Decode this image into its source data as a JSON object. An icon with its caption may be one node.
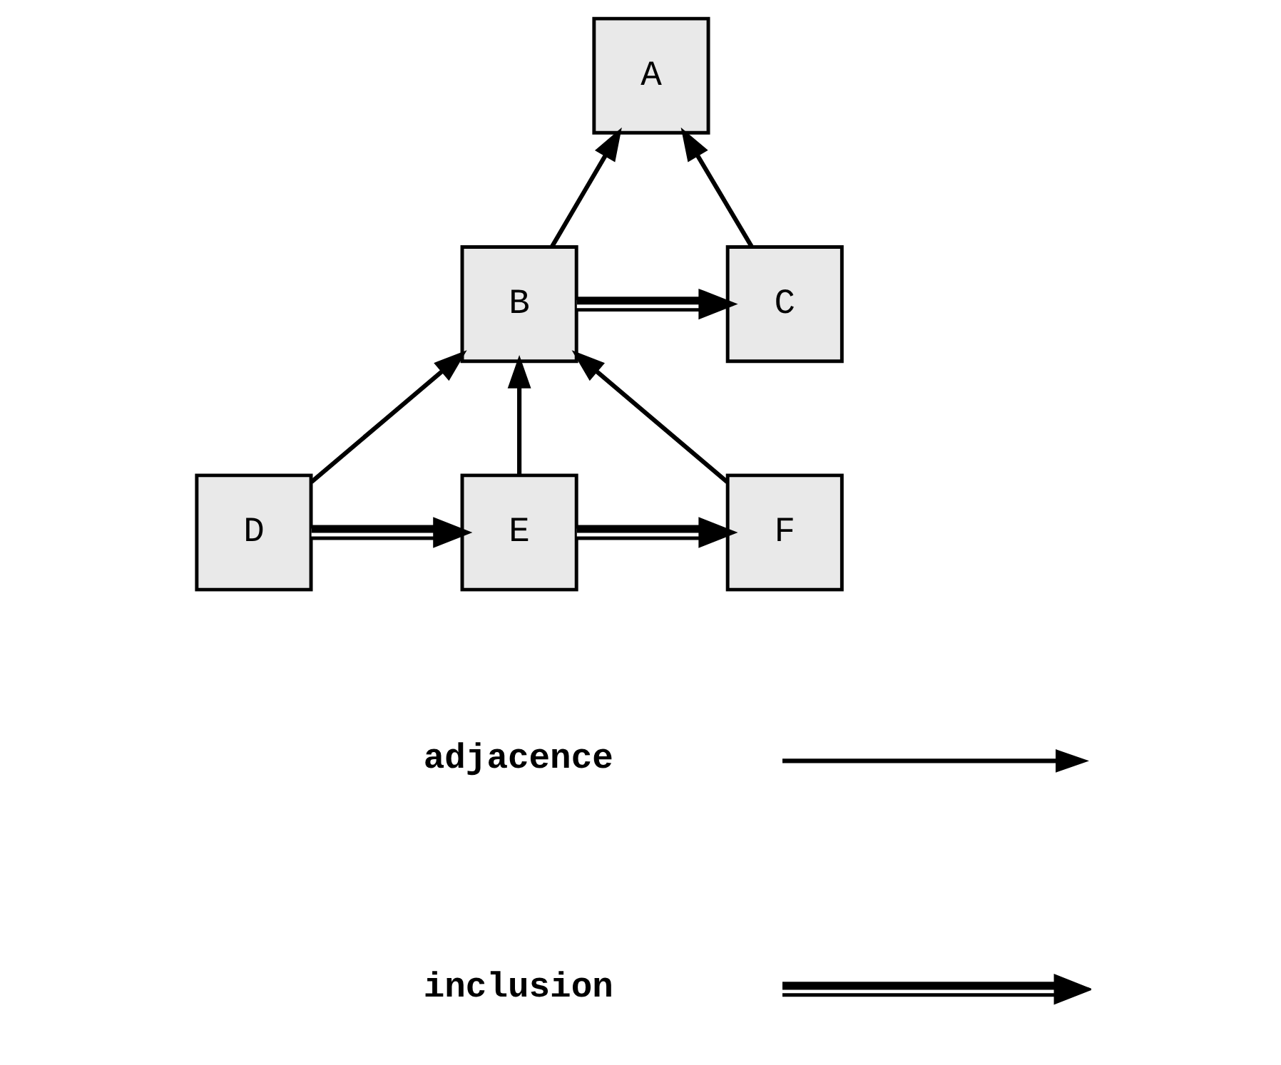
{
  "diagram": {
    "nodes": [
      {
        "text": [
          "A"
        ]
      },
      {
        "text": [
          "B"
        ]
      },
      {
        "text": [
          "C"
        ]
      },
      {
        "text": [
          "D"
        ]
      },
      {
        "text": [
          "E"
        ]
      },
      {
        "text": [
          "F"
        ]
      }
    ],
    "edges": [
      {
        "from": 1,
        "to": 0,
        "arrow": "to"
      },
      {
        "from": 2,
        "to": 0,
        "arrow": "to"
      },
      {
        "from": 1,
        "to": 2,
        "arrow": "to",
        "style": "thick"
      },
      {
        "from": 3,
        "to": 1,
        "arrow": "to"
      },
      {
        "from": 4,
        "to": 1,
        "arrow": "to"
      },
      {
        "from": 5,
        "to": 1,
        "arrow": "to"
      },
      {
        "from": 3,
        "to": 4,
        "arrow": "to",
        "style": "thick"
      },
      {
        "from": 4,
        "to": 5,
        "arrow": "to",
        "style": "thick"
      }
    ],
    "legend": [
      {
        "text": "adjacence"
      },
      {
        "text": "inclusion"
      }
    ]
  }
}
